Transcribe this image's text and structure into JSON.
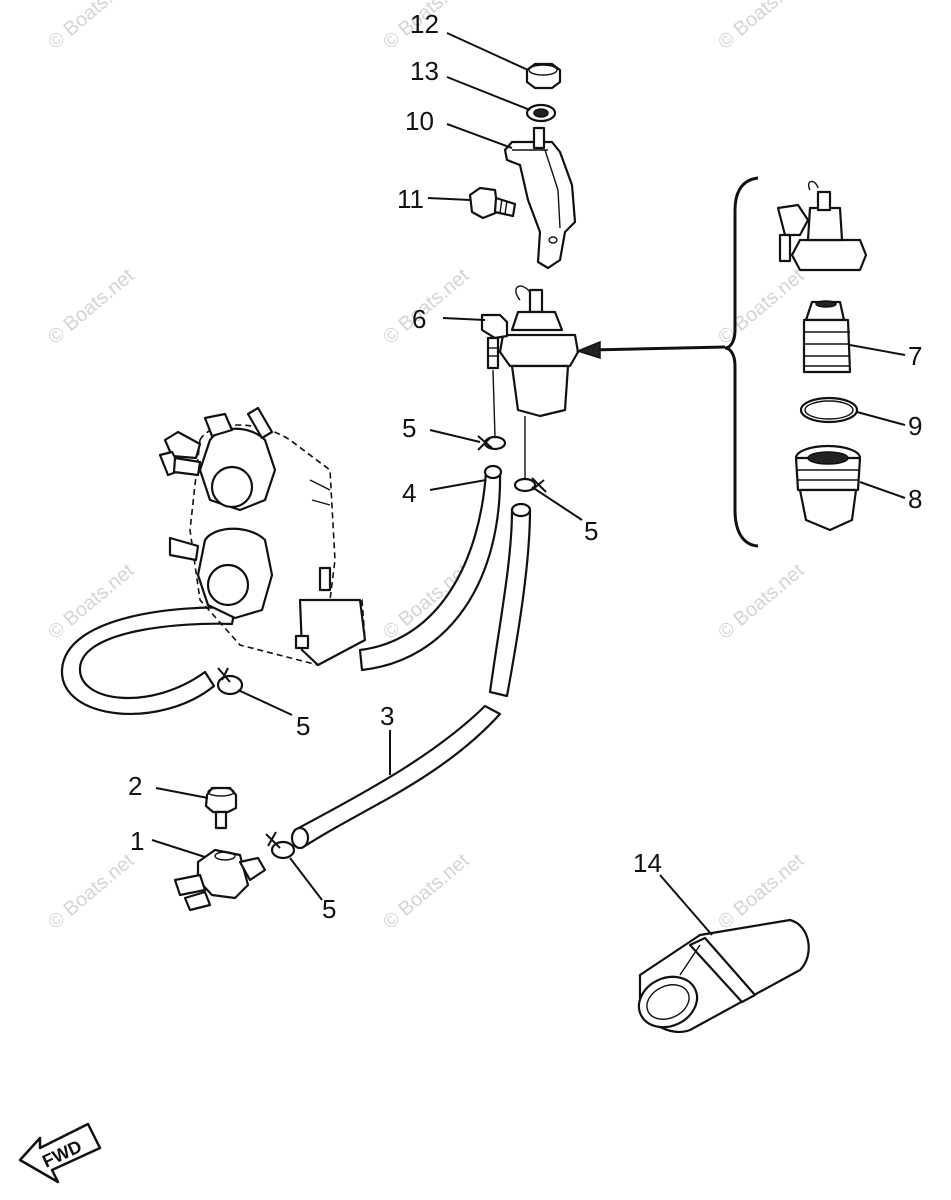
{
  "diagram": {
    "callouts": [
      "1",
      "2",
      "3",
      "4",
      "5",
      "6",
      "7",
      "8",
      "9",
      "10",
      "11",
      "12",
      "13",
      "14"
    ],
    "watermark": "© Boats.net",
    "fwd_label": "FWD"
  }
}
